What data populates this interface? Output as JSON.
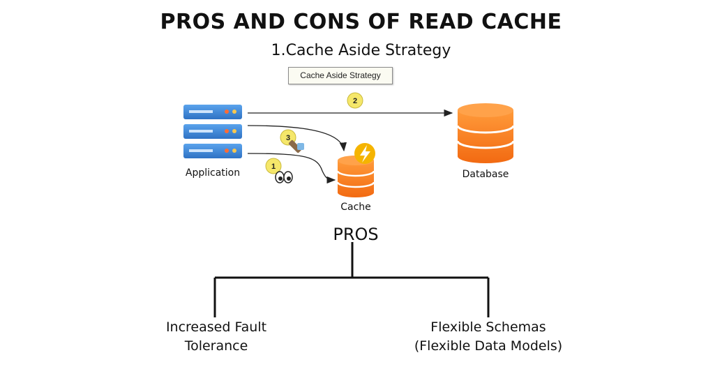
{
  "title": "PROS AND CONS OF READ CACHE",
  "subtitle": "1.Cache Aside Strategy",
  "diagram": {
    "label_box": "Cache Aside Strategy",
    "application_label": "Application",
    "database_label": "Database",
    "cache_label": "Cache",
    "steps": [
      "1",
      "2",
      "3"
    ]
  },
  "pros": {
    "title": "PROS",
    "items": [
      {
        "line1": "Increased Fault",
        "line2": "Tolerance"
      },
      {
        "line1": "Flexible Schemas",
        "line2": "(Flexible Data Models)"
      }
    ]
  },
  "colors": {
    "server_blue": "#3b86d6",
    "db_orange": "#f7811f",
    "step_badge": "#f5e76a",
    "lightning": "#f5b400"
  }
}
